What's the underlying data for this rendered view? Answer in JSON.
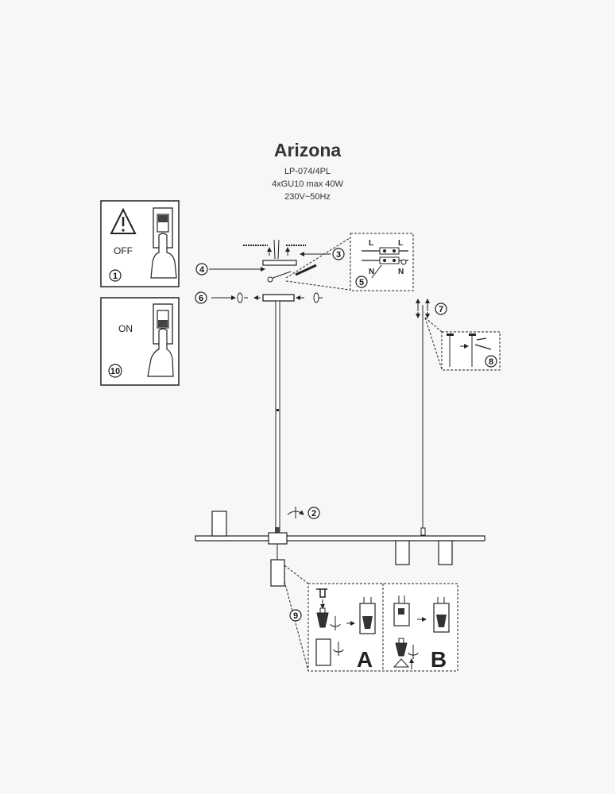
{
  "product": {
    "name": "Arizona",
    "model": "LP-074/4PL",
    "bulbs": "4xGU10 max 40W",
    "voltage": "230V~50Hz"
  },
  "steps": {
    "s1": "1",
    "s2": "2",
    "s3": "3",
    "s4": "4",
    "s5": "5",
    "s6": "6",
    "s7": "7",
    "s8": "8",
    "s9": "9",
    "s10": "10"
  },
  "switch_labels": {
    "off": "OFF",
    "on": "ON"
  },
  "wiring_labels": {
    "live": "L",
    "neutral": "N"
  },
  "options": {
    "a": "A",
    "b": "B"
  }
}
